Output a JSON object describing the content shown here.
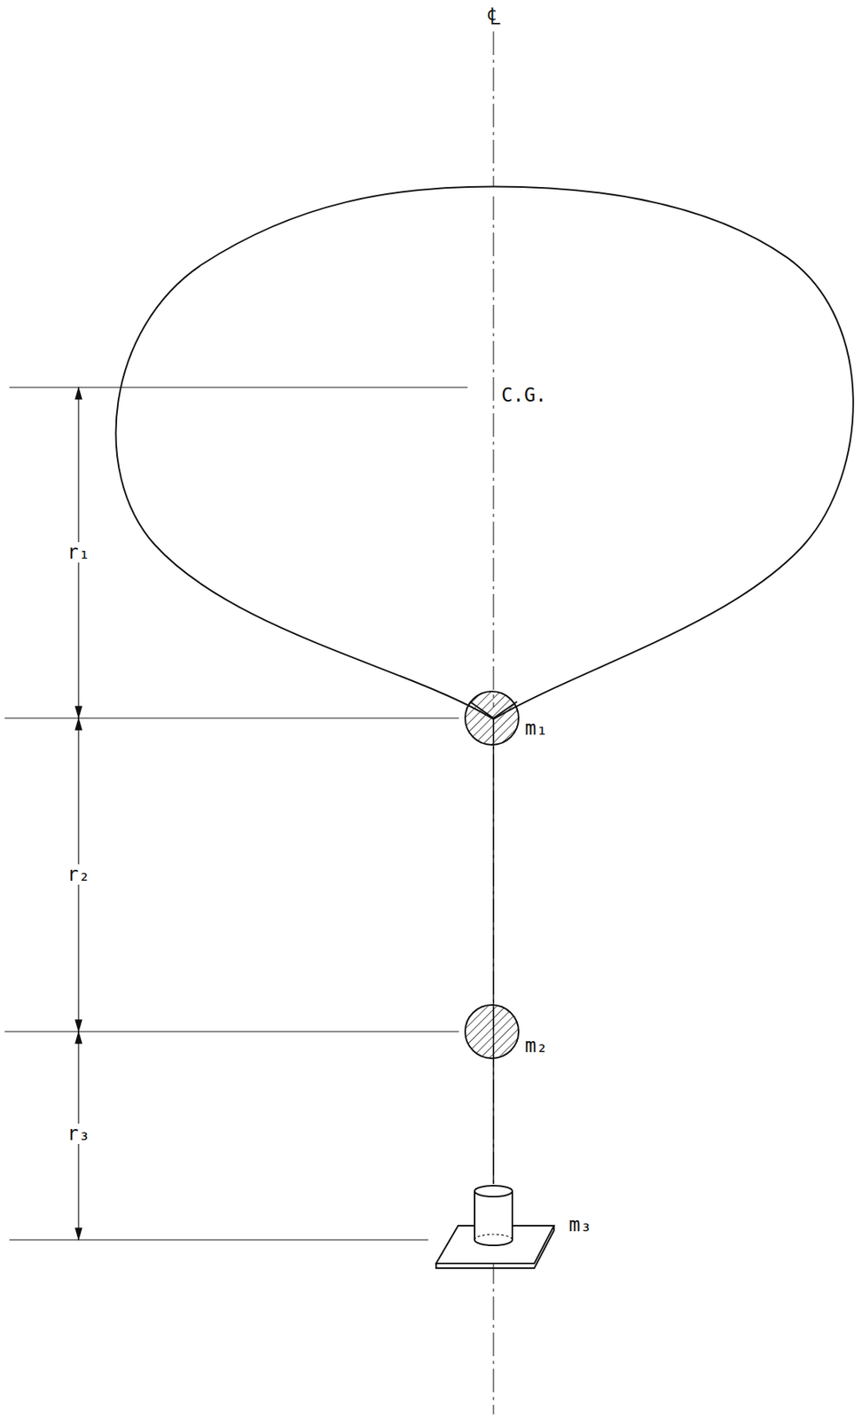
{
  "diagram": {
    "labels": [
      "℄",
      "C.G.",
      "r₁",
      "r₂",
      "r₃",
      "m₁",
      "m₂",
      "m₃"
    ]
  }
}
